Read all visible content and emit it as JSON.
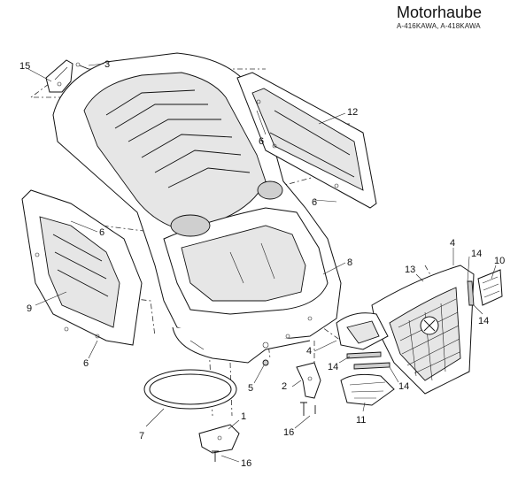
{
  "header": {
    "title": "Motorhaube",
    "subtitle": "A-416KAWA, A-418KAWA"
  },
  "callouts": [
    "15",
    "3",
    "12",
    "6",
    "6",
    "6",
    "9",
    "6",
    "8",
    "4",
    "14",
    "10",
    "13",
    "14",
    "4",
    "14",
    "14",
    "5",
    "2",
    "11",
    "16",
    "7",
    "1",
    "16"
  ]
}
